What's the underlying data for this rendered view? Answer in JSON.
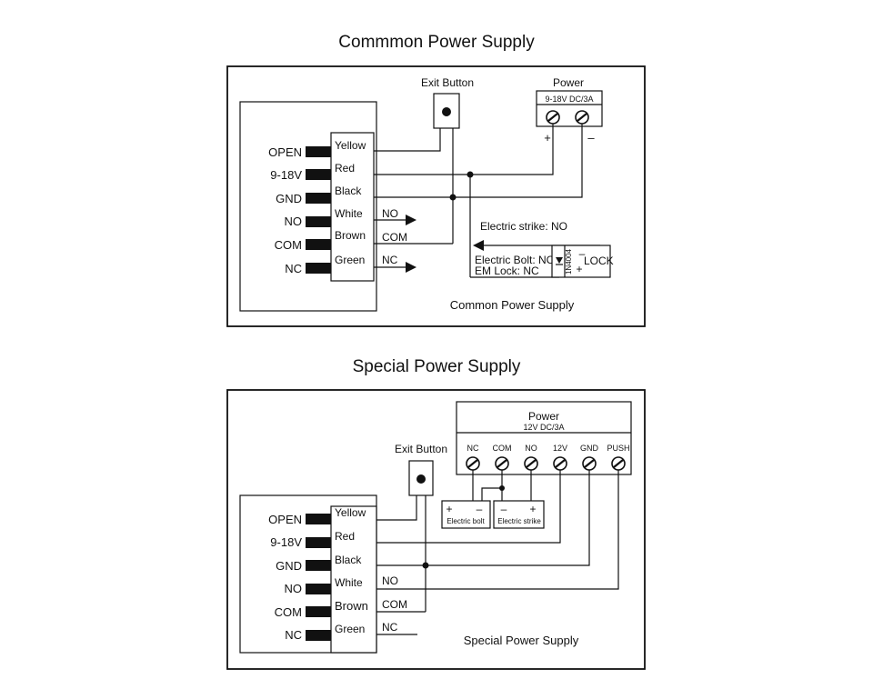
{
  "diagram1": {
    "title": "Commmon Power Supply",
    "footer": "Common Power Supply",
    "exit_button": "Exit Button",
    "power_title": "Power",
    "power_rating": "9-18V DC/3A",
    "plus": "+",
    "minus": "–",
    "pins": [
      "OPEN",
      "9-18V",
      "GND",
      "NO",
      "COM",
      "NC"
    ],
    "wires": [
      "Yellow",
      "Red",
      "Black",
      "White",
      "Brown",
      "Green"
    ],
    "out_no": "NO",
    "out_com": "COM",
    "out_nc": "NC",
    "strike_label": "Electric strike: NO",
    "bolt_label": "Electric Bolt: NC",
    "emlock_label": "EM Lock: NC",
    "diode_label": "1N4004",
    "lock_label": "LOCK",
    "lock_minus": "–",
    "lock_plus": "+"
  },
  "diagram2": {
    "title": "Special Power Supply",
    "footer": "Special Power Supply",
    "exit_button": "Exit Button",
    "power_title": "Power",
    "power_rating": "12V DC/3A",
    "terminals": [
      "NC",
      "COM",
      "NO",
      "12V",
      "GND",
      "PUSH"
    ],
    "pins": [
      "OPEN",
      "9-18V",
      "GND",
      "NO",
      "COM",
      "NC"
    ],
    "wires": [
      "Yellow",
      "Red",
      "Black",
      "White",
      "Brown",
      "Green"
    ],
    "out_no": "NO",
    "out_com": "COM",
    "out_nc": "NC",
    "bolt_label": "Electric bolt",
    "strike_label": "Electric strike",
    "plus": "+",
    "minus": "–"
  }
}
